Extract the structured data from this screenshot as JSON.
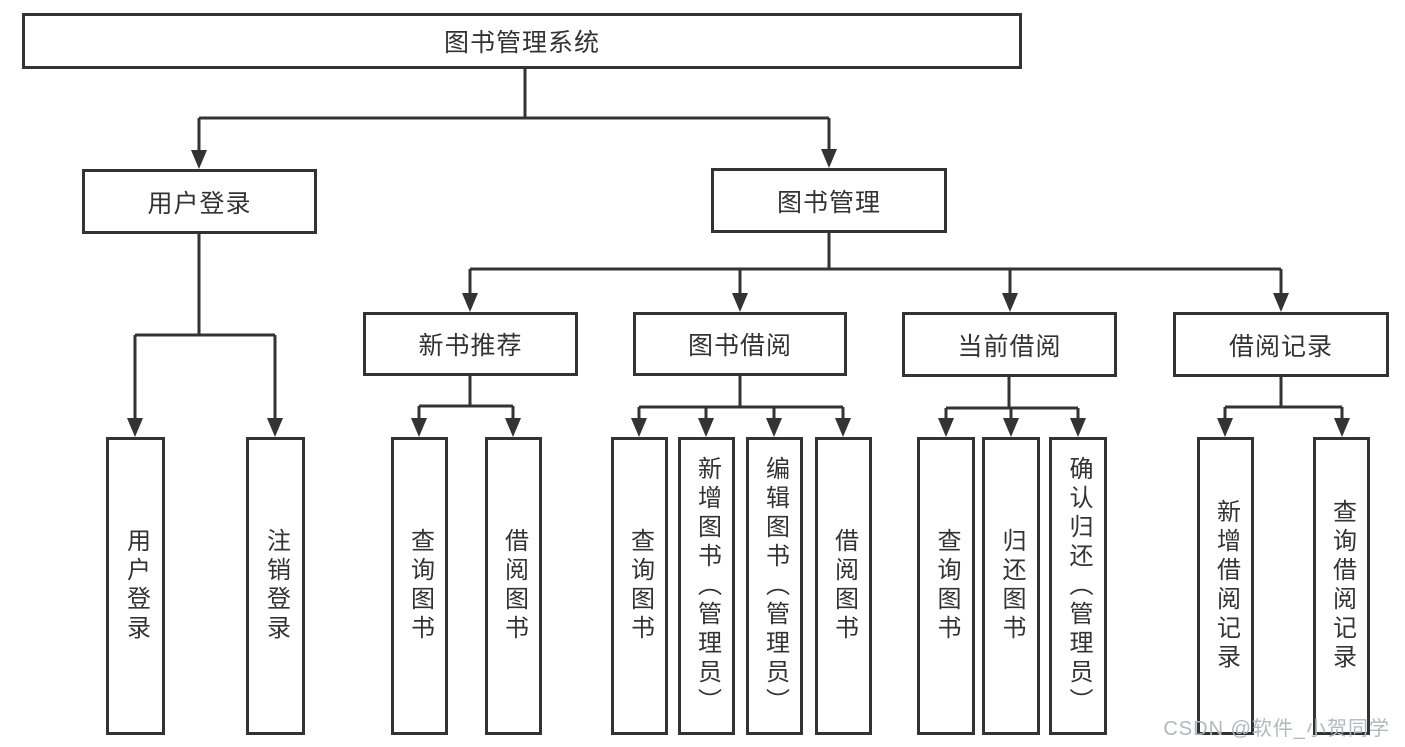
{
  "diagram": {
    "tree": {
      "root": {
        "label": "图书管理系统",
        "children": [
          {
            "label": "用户登录",
            "children": [
              {
                "label": "用户登录"
              },
              {
                "label": "注销登录"
              }
            ]
          },
          {
            "label": "图书管理",
            "children": [
              {
                "label": "新书推荐",
                "children": [
                  {
                    "label": "查询图书"
                  },
                  {
                    "label": "借阅图书"
                  }
                ]
              },
              {
                "label": "图书借阅",
                "children": [
                  {
                    "label": "查询图书"
                  },
                  {
                    "label": "新增图书（管理员）"
                  },
                  {
                    "label": "编辑图书（管理员）"
                  },
                  {
                    "label": "借阅图书"
                  }
                ]
              },
              {
                "label": "当前借阅",
                "children": [
                  {
                    "label": "查询图书"
                  },
                  {
                    "label": "归还图书"
                  },
                  {
                    "label": "确认归还（管理员）"
                  }
                ]
              },
              {
                "label": "借阅记录",
                "children": [
                  {
                    "label": "新增借阅记录"
                  },
                  {
                    "label": "查询借阅记录"
                  }
                ]
              }
            ]
          }
        ]
      }
    },
    "colors": {
      "line": "#333333",
      "text": "#333333",
      "box_background": "#ffffff",
      "watermark": "#b4b7bb"
    }
  },
  "watermark": {
    "text": "CSDN @软件_小贺同学"
  }
}
